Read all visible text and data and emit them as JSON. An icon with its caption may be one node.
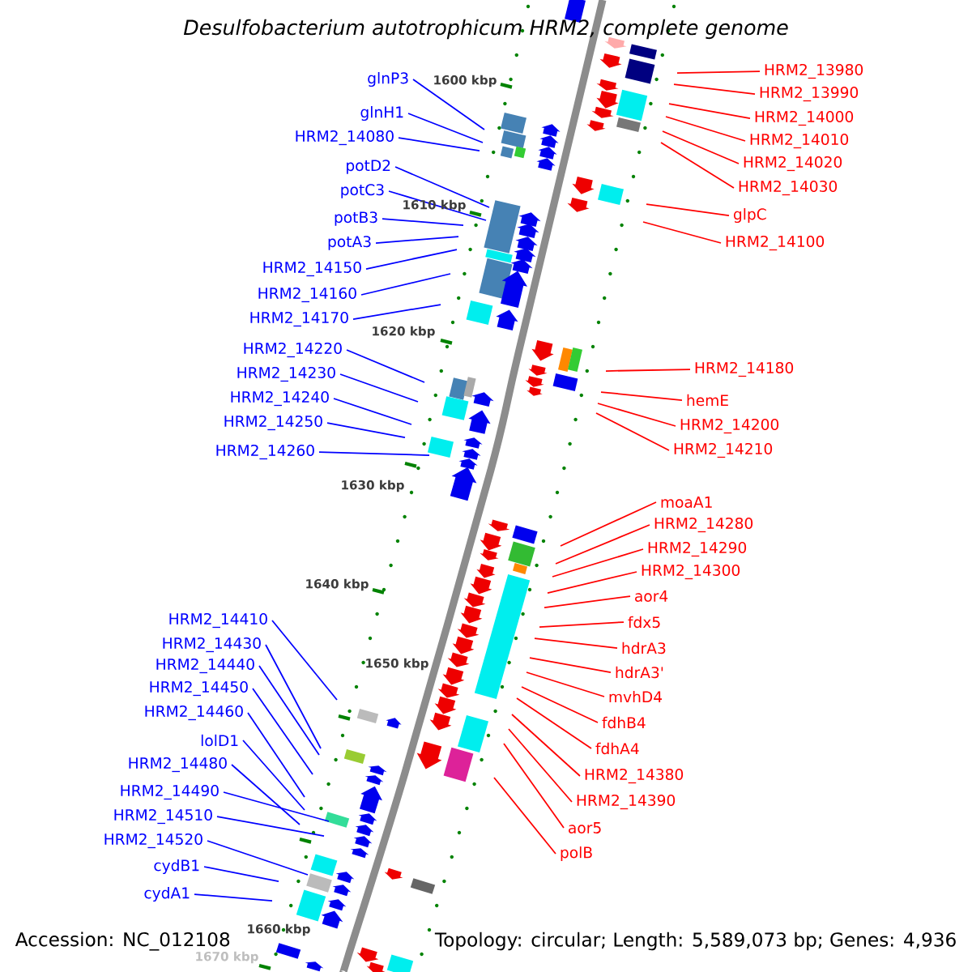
{
  "diagram": {
    "title": "Desulfobacterium autotrophicum HRM2, complete genome",
    "nodes": [
      {
        "text": [
          "glnP3"
        ]
      },
      {
        "text": [
          "glnH1"
        ]
      },
      {
        "text": [
          "HRM2_14080"
        ]
      },
      {
        "text": [
          "potD2"
        ]
      },
      {
        "text": [
          "potC3"
        ]
      },
      {
        "text": [
          "potB3"
        ]
      },
      {
        "text": [
          "potA3"
        ]
      },
      {
        "text": [
          "HRM2_14150"
        ]
      },
      {
        "text": [
          "HRM2_14160"
        ]
      },
      {
        "text": [
          "HRM2_14170"
        ]
      },
      {
        "text": [
          "HRM2_14220"
        ]
      },
      {
        "text": [
          "HRM2_14230"
        ]
      },
      {
        "text": [
          "HRM2_14240"
        ]
      },
      {
        "text": [
          "HRM2_14250"
        ]
      },
      {
        "text": [
          "HRM2_14260"
        ]
      },
      {
        "text": [
          "HRM2_14410"
        ]
      },
      {
        "text": [
          "HRM2_14430"
        ]
      },
      {
        "text": [
          "HRM2_14440"
        ]
      },
      {
        "text": [
          "HRM2_14450"
        ]
      },
      {
        "text": [
          "HRM2_14460"
        ]
      },
      {
        "text": [
          "lolD1"
        ]
      },
      {
        "text": [
          "HRM2_14480"
        ]
      },
      {
        "text": [
          "HRM2_14490"
        ]
      },
      {
        "text": [
          "HRM2_14510"
        ]
      },
      {
        "text": [
          "HRM2_14520"
        ]
      },
      {
        "text": [
          "cydB1"
        ]
      },
      {
        "text": [
          "cydA1"
        ]
      },
      {
        "text": [
          "HRM2_13980"
        ]
      },
      {
        "text": [
          "HRM2_13990"
        ]
      },
      {
        "text": [
          "HRM2_14000"
        ]
      },
      {
        "text": [
          "HRM2_14010"
        ]
      },
      {
        "text": [
          "HRM2_14020"
        ]
      },
      {
        "text": [
          "HRM2_14030"
        ]
      },
      {
        "text": [
          "glpC"
        ]
      },
      {
        "text": [
          "HRM2_14100"
        ]
      },
      {
        "text": [
          "HRM2_14180"
        ]
      },
      {
        "text": [
          "hemE"
        ]
      },
      {
        "text": [
          "HRM2_14200"
        ]
      },
      {
        "text": [
          "HRM2_14210"
        ]
      },
      {
        "text": [
          "moaA1"
        ]
      },
      {
        "text": [
          "HRM2_14280"
        ]
      },
      {
        "text": [
          "HRM2_14290"
        ]
      },
      {
        "text": [
          "HRM2_14300"
        ]
      },
      {
        "text": [
          "aor4"
        ]
      },
      {
        "text": [
          "fdx5"
        ]
      },
      {
        "text": [
          "hdrA3"
        ]
      },
      {
        "text": [
          "hdrA3'"
        ]
      },
      {
        "text": [
          "mvhD4"
        ]
      },
      {
        "text": [
          "fdhB4"
        ]
      },
      {
        "text": [
          "fdhA4"
        ]
      },
      {
        "text": [
          "HRM2_14380"
        ]
      },
      {
        "text": [
          "HRM2_14390"
        ]
      },
      {
        "text": [
          "aor5"
        ]
      },
      {
        "text": [
          "polB"
        ]
      }
    ],
    "edges": [
      {
        "from": 0,
        "to": null,
        "arrow": "none",
        "color": "#0000ff"
      },
      {
        "from": 1,
        "to": null,
        "arrow": "none",
        "color": "#0000ff"
      },
      {
        "from": 2,
        "to": null,
        "arrow": "none",
        "color": "#0000ff"
      },
      {
        "from": 3,
        "to": null,
        "arrow": "none",
        "color": "#0000ff"
      },
      {
        "from": 4,
        "to": null,
        "arrow": "none",
        "color": "#0000ff"
      },
      {
        "from": 5,
        "to": null,
        "arrow": "none",
        "color": "#0000ff"
      },
      {
        "from": 6,
        "to": null,
        "arrow": "none",
        "color": "#0000ff"
      },
      {
        "from": 7,
        "to": null,
        "arrow": "none",
        "color": "#0000ff"
      },
      {
        "from": 8,
        "to": null,
        "arrow": "none",
        "color": "#0000ff"
      },
      {
        "from": 9,
        "to": null,
        "arrow": "none",
        "color": "#0000ff"
      },
      {
        "from": 10,
        "to": null,
        "arrow": "none",
        "color": "#0000ff"
      },
      {
        "from": 11,
        "to": null,
        "arrow": "none",
        "color": "#0000ff"
      },
      {
        "from": 12,
        "to": null,
        "arrow": "none",
        "color": "#0000ff"
      },
      {
        "from": 13,
        "to": null,
        "arrow": "none",
        "color": "#0000ff"
      },
      {
        "from": 14,
        "to": null,
        "arrow": "none",
        "color": "#0000ff"
      },
      {
        "from": 15,
        "to": null,
        "arrow": "none",
        "color": "#0000ff"
      },
      {
        "from": 16,
        "to": null,
        "arrow": "none",
        "color": "#0000ff"
      },
      {
        "from": 17,
        "to": null,
        "arrow": "none",
        "color": "#0000ff"
      },
      {
        "from": 18,
        "to": null,
        "arrow": "none",
        "color": "#0000ff"
      },
      {
        "from": 19,
        "to": null,
        "arrow": "none",
        "color": "#0000ff"
      },
      {
        "from": 20,
        "to": null,
        "arrow": "none",
        "color": "#0000ff"
      },
      {
        "from": 21,
        "to": null,
        "arrow": "none",
        "color": "#0000ff"
      },
      {
        "from": 22,
        "to": null,
        "arrow": "none",
        "color": "#0000ff"
      },
      {
        "from": 23,
        "to": null,
        "arrow": "none",
        "color": "#0000ff"
      },
      {
        "from": 24,
        "to": null,
        "arrow": "none",
        "color": "#0000ff"
      },
      {
        "from": 25,
        "to": null,
        "arrow": "none",
        "color": "#0000ff"
      },
      {
        "from": 26,
        "to": null,
        "arrow": "none",
        "color": "#0000ff"
      },
      {
        "from": 27,
        "to": null,
        "arrow": "none",
        "color": "#ff0000"
      },
      {
        "from": 28,
        "to": null,
        "arrow": "none",
        "color": "#ff0000"
      },
      {
        "from": 29,
        "to": null,
        "arrow": "none",
        "color": "#ff0000"
      },
      {
        "from": 30,
        "to": null,
        "arrow": "none",
        "color": "#ff0000"
      },
      {
        "from": 31,
        "to": null,
        "arrow": "none",
        "color": "#ff0000"
      },
      {
        "from": 32,
        "to": null,
        "arrow": "none",
        "color": "#ff0000"
      },
      {
        "from": 33,
        "to": null,
        "arrow": "none",
        "color": "#ff0000"
      },
      {
        "from": 34,
        "to": null,
        "arrow": "none",
        "color": "#ff0000"
      },
      {
        "from": 35,
        "to": null,
        "arrow": "none",
        "color": "#ff0000"
      },
      {
        "from": 36,
        "to": null,
        "arrow": "none",
        "color": "#ff0000"
      },
      {
        "from": 37,
        "to": null,
        "arrow": "none",
        "color": "#ff0000"
      },
      {
        "from": 38,
        "to": null,
        "arrow": "none",
        "color": "#ff0000"
      },
      {
        "from": 39,
        "to": null,
        "arrow": "none",
        "color": "#ff0000"
      },
      {
        "from": 40,
        "to": null,
        "arrow": "none",
        "color": "#ff0000"
      },
      {
        "from": 41,
        "to": null,
        "arrow": "none",
        "color": "#ff0000"
      },
      {
        "from": 42,
        "to": null,
        "arrow": "none",
        "color": "#ff0000"
      },
      {
        "from": 43,
        "to": null,
        "arrow": "none",
        "color": "#ff0000"
      },
      {
        "from": 44,
        "to": null,
        "arrow": "none",
        "color": "#ff0000"
      },
      {
        "from": 45,
        "to": null,
        "arrow": "none",
        "color": "#ff0000"
      },
      {
        "from": 46,
        "to": null,
        "arrow": "none",
        "color": "#ff0000"
      },
      {
        "from": 47,
        "to": null,
        "arrow": "none",
        "color": "#ff0000"
      },
      {
        "from": 48,
        "to": null,
        "arrow": "none",
        "color": "#ff0000"
      },
      {
        "from": 49,
        "to": null,
        "arrow": "none",
        "color": "#ff0000"
      },
      {
        "from": 50,
        "to": null,
        "arrow": "none",
        "color": "#ff0000"
      },
      {
        "from": 51,
        "to": null,
        "arrow": "none",
        "color": "#ff0000"
      },
      {
        "from": 52,
        "to": null,
        "arrow": "none",
        "color": "#ff0000"
      },
      {
        "from": 53,
        "to": null,
        "arrow": "none",
        "color": "#ff0000"
      }
    ],
    "labels": [
      "1600 kbp",
      "1610 kbp",
      "1620 kbp",
      "1630 kbp",
      "1640 kbp",
      "1650 kbp",
      "1660 kbp",
      "1670 kbp",
      "Accession: NC_012108",
      "Topology: circular; Length: 5,589,073 bp; Genes: 4,936"
    ]
  }
}
